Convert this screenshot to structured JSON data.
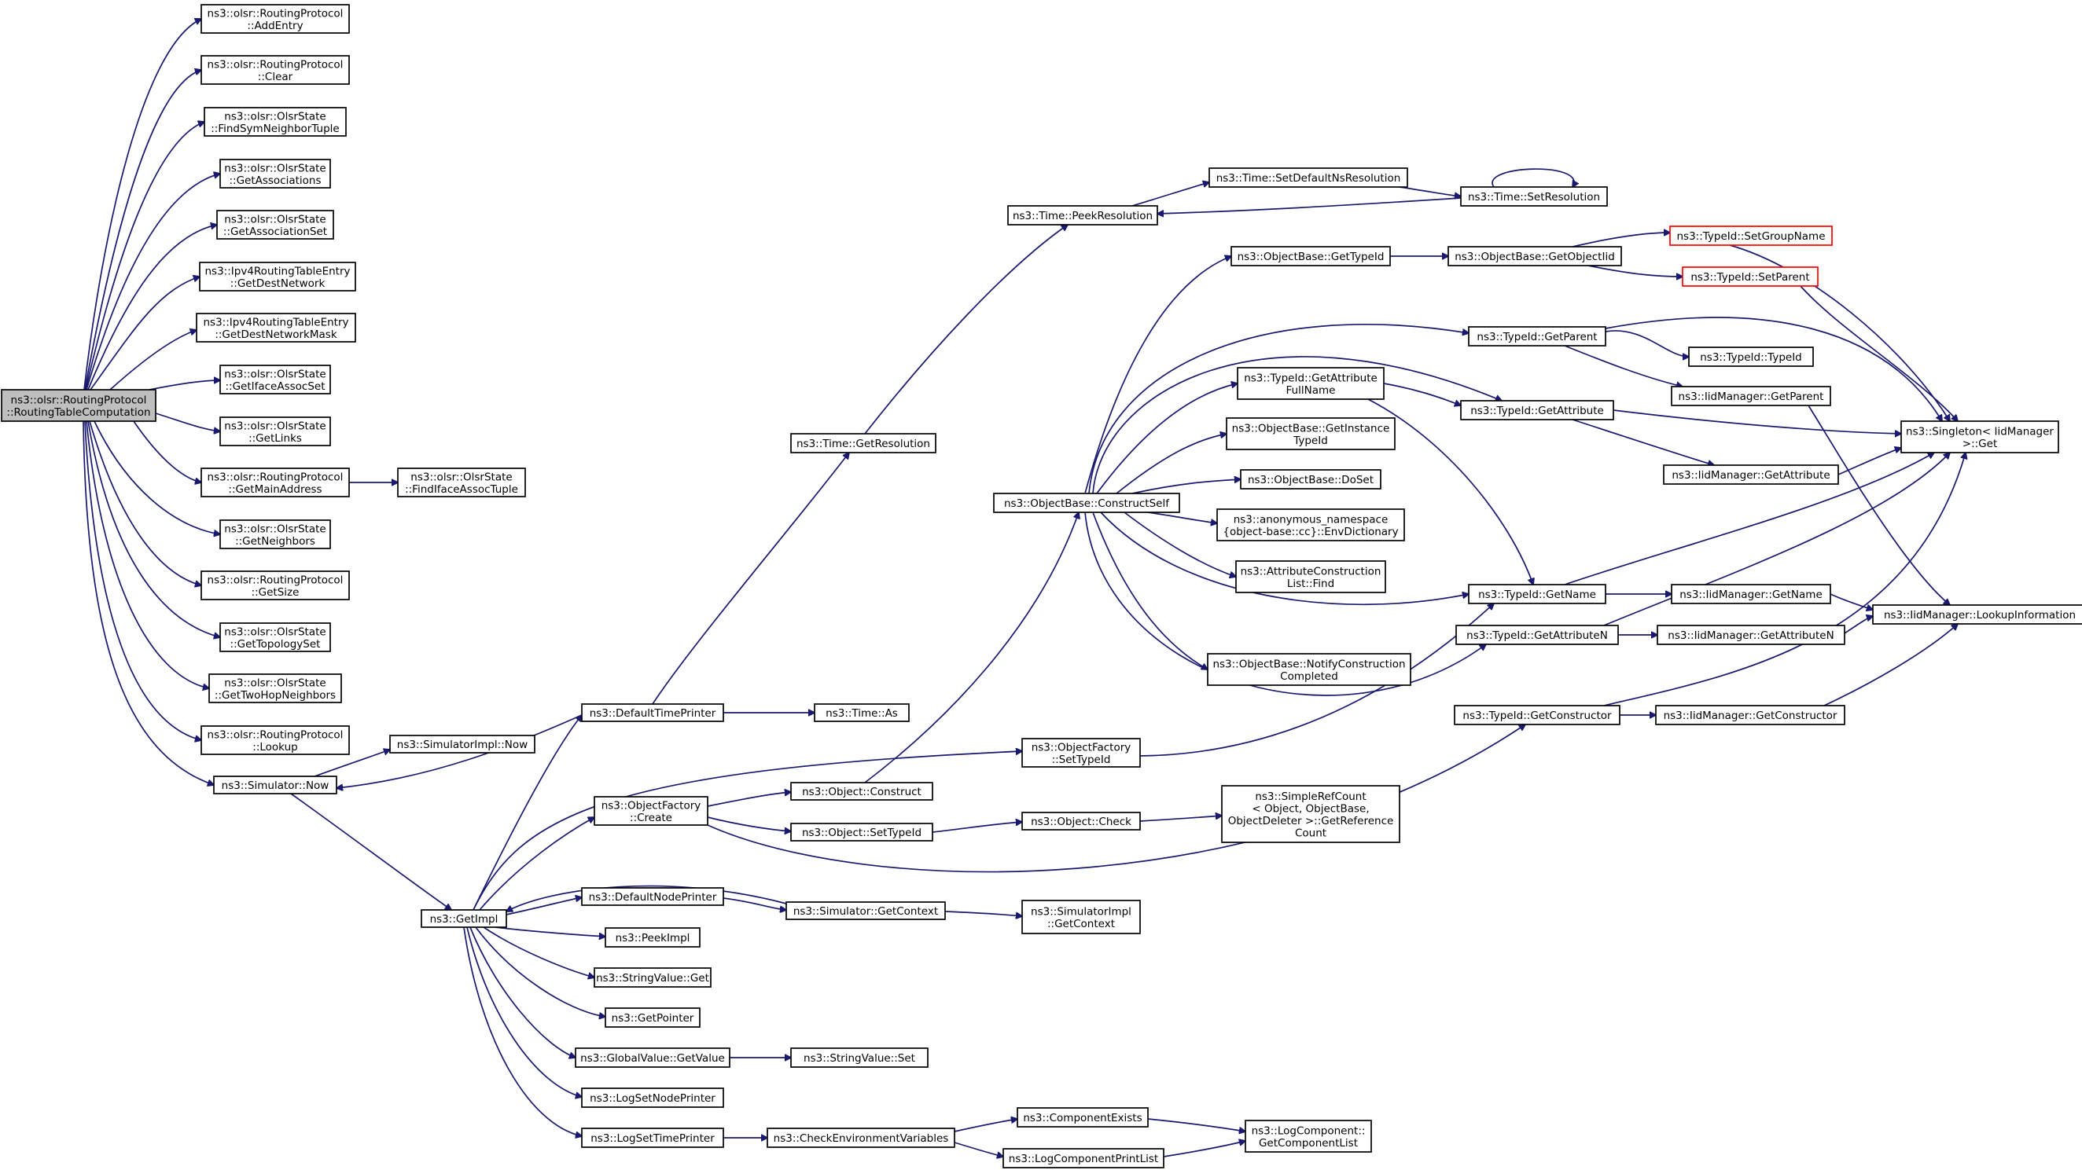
{
  "graph": {
    "title": "ns3::olsr::RoutingProtocol::RoutingTableComputation call graph",
    "colors": {
      "edge": "#191970",
      "node_border": "#000000",
      "root_fill": "#bfbfbf",
      "truncated_border": "#ff0000"
    },
    "nodes": [
      {
        "id": "root",
        "label": "ns3::olsr::RoutingProtocol\n::RoutingTableComputation",
        "kind": "root"
      },
      {
        "id": "n_addentry",
        "label": "ns3::olsr::RoutingProtocol\n::AddEntry"
      },
      {
        "id": "n_clear",
        "label": "ns3::olsr::RoutingProtocol\n::Clear"
      },
      {
        "id": "n_findsym",
        "label": "ns3::olsr::OlsrState\n::FindSymNeighborTuple"
      },
      {
        "id": "n_getassoc",
        "label": "ns3::olsr::OlsrState\n::GetAssociations"
      },
      {
        "id": "n_getassocset",
        "label": "ns3::olsr::OlsrState\n::GetAssociationSet"
      },
      {
        "id": "n_getdestnet",
        "label": "ns3::Ipv4RoutingTableEntry\n::GetDestNetwork"
      },
      {
        "id": "n_getdestmask",
        "label": "ns3::Ipv4RoutingTableEntry\n::GetDestNetworkMask"
      },
      {
        "id": "n_getiface",
        "label": "ns3::olsr::OlsrState\n::GetIfaceAssocSet"
      },
      {
        "id": "n_getlinks",
        "label": "ns3::olsr::OlsrState\n::GetLinks"
      },
      {
        "id": "n_getmainaddr",
        "label": "ns3::olsr::RoutingProtocol\n::GetMainAddress"
      },
      {
        "id": "n_findiface",
        "label": "ns3::olsr::OlsrState\n::FindIfaceAssocTuple"
      },
      {
        "id": "n_getneigh",
        "label": "ns3::olsr::OlsrState\n::GetNeighbors"
      },
      {
        "id": "n_getsize",
        "label": "ns3::olsr::RoutingProtocol\n::GetSize"
      },
      {
        "id": "n_gettopo",
        "label": "ns3::olsr::OlsrState\n::GetTopologySet"
      },
      {
        "id": "n_gettwohop",
        "label": "ns3::olsr::OlsrState\n::GetTwoHopNeighbors"
      },
      {
        "id": "n_lookup",
        "label": "ns3::olsr::RoutingProtocol\n::Lookup"
      },
      {
        "id": "n_simnow",
        "label": "ns3::Simulator::Now"
      },
      {
        "id": "n_simimplnow",
        "label": "ns3::SimulatorImpl::Now"
      },
      {
        "id": "n_getimpl",
        "label": "ns3::GetImpl"
      },
      {
        "id": "n_deftimeprinter",
        "label": "ns3::DefaultTimePrinter"
      },
      {
        "id": "n_timeas",
        "label": "ns3::Time::As"
      },
      {
        "id": "n_timegetres",
        "label": "ns3::Time::GetResolution"
      },
      {
        "id": "n_peekres",
        "label": "ns3::Time::PeekResolution"
      },
      {
        "id": "n_setdefns",
        "label": "ns3::Time::SetDefaultNsResolution"
      },
      {
        "id": "n_setres",
        "label": "ns3::Time::SetResolution"
      },
      {
        "id": "n_ofcreate",
        "label": "ns3::ObjectFactory\n::Create"
      },
      {
        "id": "n_objconstruct",
        "label": "ns3::Object::Construct"
      },
      {
        "id": "n_objsettypeid",
        "label": "ns3::Object::SetTypeId"
      },
      {
        "id": "n_objcheck",
        "label": "ns3::Object::Check"
      },
      {
        "id": "n_refcount",
        "label": "ns3::SimpleRefCount\n< Object, ObjectBase,\nObjectDeleter >::GetReference\nCount"
      },
      {
        "id": "n_ofsettypeid",
        "label": "ns3::ObjectFactory\n::SetTypeId"
      },
      {
        "id": "n_constructself",
        "label": "ns3::ObjectBase::ConstructSelf"
      },
      {
        "id": "n_obgettypeid",
        "label": "ns3::ObjectBase::GetTypeId"
      },
      {
        "id": "n_obgetobjectiid",
        "label": "ns3::ObjectBase::GetObjectIid"
      },
      {
        "id": "n_setgroupname",
        "label": "ns3::TypeId::SetGroupName",
        "kind": "trunc"
      },
      {
        "id": "n_setparent",
        "label": "ns3::TypeId::SetParent",
        "kind": "trunc"
      },
      {
        "id": "n_tgetparent",
        "label": "ns3::TypeId::GetParent"
      },
      {
        "id": "n_ttypeid",
        "label": "ns3::TypeId::TypeId"
      },
      {
        "id": "n_iidgetparent",
        "label": "ns3::IidManager::GetParent"
      },
      {
        "id": "n_singleton",
        "label": "ns3::Singleton< IidManager\n>::Get"
      },
      {
        "id": "n_tgetattrfull",
        "label": "ns3::TypeId::GetAttribute\nFullName"
      },
      {
        "id": "n_tgetattr",
        "label": "ns3::TypeId::GetAttribute"
      },
      {
        "id": "n_iidgetattr",
        "label": "ns3::IidManager::GetAttribute"
      },
      {
        "id": "n_obgetinst",
        "label": "ns3::ObjectBase::GetInstance\nTypeId"
      },
      {
        "id": "n_obdoset",
        "label": "ns3::ObjectBase::DoSet"
      },
      {
        "id": "n_envdict",
        "label": "ns3::anonymous_namespace\n{object-base::cc}::EnvDictionary"
      },
      {
        "id": "n_acfind",
        "label": "ns3::AttributeConstruction\nList::Find"
      },
      {
        "id": "n_tgetname",
        "label": "ns3::TypeId::GetName"
      },
      {
        "id": "n_iidgetname",
        "label": "ns3::IidManager::GetName"
      },
      {
        "id": "n_lookupinfo",
        "label": "ns3::IidManager::LookupInformation"
      },
      {
        "id": "n_tgetattrn",
        "label": "ns3::TypeId::GetAttributeN"
      },
      {
        "id": "n_iidgetattrn",
        "label": "ns3::IidManager::GetAttributeN"
      },
      {
        "id": "n_notify",
        "label": "ns3::ObjectBase::NotifyConstruction\nCompleted"
      },
      {
        "id": "n_tgetctor",
        "label": "ns3::TypeId::GetConstructor"
      },
      {
        "id": "n_iidgetctor",
        "label": "ns3::IidManager::GetConstructor"
      },
      {
        "id": "n_defnodeprinter",
        "label": "ns3::DefaultNodePrinter"
      },
      {
        "id": "n_simgetctx",
        "label": "ns3::Simulator::GetContext"
      },
      {
        "id": "n_simimplgetctx",
        "label": "ns3::SimulatorImpl\n::GetContext"
      },
      {
        "id": "n_peekimpl",
        "label": "ns3::PeekImpl"
      },
      {
        "id": "n_svget",
        "label": "ns3::StringValue::Get"
      },
      {
        "id": "n_getpointer",
        "label": "ns3::GetPointer"
      },
      {
        "id": "n_gvgetvalue",
        "label": "ns3::GlobalValue::GetValue"
      },
      {
        "id": "n_svset",
        "label": "ns3::StringValue::Set"
      },
      {
        "id": "n_logsetnode",
        "label": "ns3::LogSetNodePrinter"
      },
      {
        "id": "n_logsettime",
        "label": "ns3::LogSetTimePrinter"
      },
      {
        "id": "n_checkenv",
        "label": "ns3::CheckEnvironmentVariables"
      },
      {
        "id": "n_compexists",
        "label": "ns3::ComponentExists"
      },
      {
        "id": "n_logcompprint",
        "label": "ns3::LogComponentPrintList"
      },
      {
        "id": "n_logcompgetlist",
        "label": "ns3::LogComponent::\nGetComponentList"
      }
    ]
  }
}
